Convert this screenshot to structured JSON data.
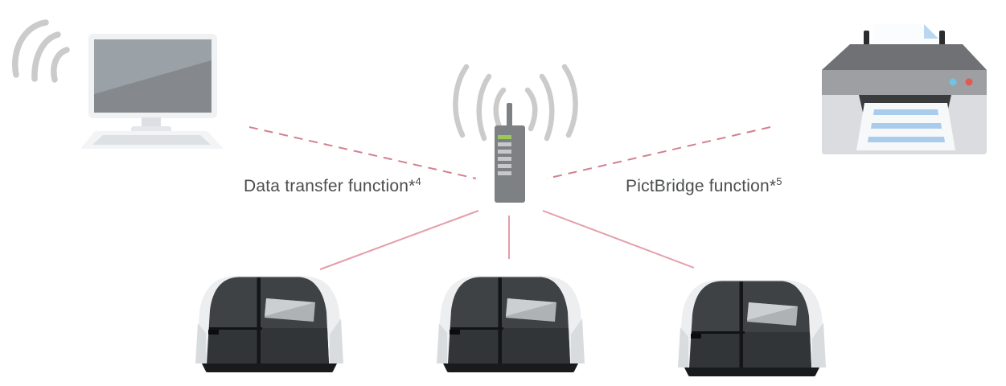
{
  "labels": {
    "data_transfer": {
      "text": "Data transfer function*",
      "superscript": "4"
    },
    "pictbridge": {
      "text": "PictBridge function*",
      "superscript": "5"
    }
  },
  "icons": {
    "computer": "desktop-computer-icon",
    "computer_signal": "wireless-signal-icon",
    "router": "wireless-router-icon",
    "printer": "printer-icon",
    "label_printers": [
      "label-printer-icon",
      "label-printer-icon",
      "label-printer-icon"
    ]
  },
  "colors": {
    "signal_wave": "#cbcbcb",
    "router_body": "#7e8184",
    "router_indicator_green": "#9cc857",
    "dashed_line": "#d2818f",
    "solid_line": "#e49ea9",
    "label_text": "#4b4d4f"
  },
  "connections": {
    "dashed": [
      "router-to-computer",
      "router-to-printer"
    ],
    "solid": [
      "router-to-label-printer-1",
      "router-to-label-printer-2",
      "router-to-label-printer-3"
    ]
  }
}
